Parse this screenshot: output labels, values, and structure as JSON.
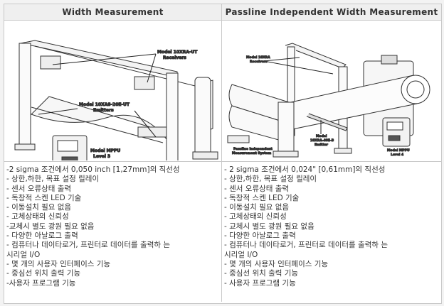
{
  "columns": [
    {
      "title": "Width Measurement",
      "diagram_labels": {
        "receivers": [
          "Model 10XRA-UT",
          "Receivers"
        ],
        "emitters": [
          "Model 10XAS-20E-UT",
          "Emitters"
        ],
        "controller": [
          "Model MPPU",
          "Level 3"
        ]
      },
      "features": [
        "-2 sigma 조건에서 0,050 inch [1,27mm]의 직선성",
        "- 상한,하한, 목표 설정 릴레이",
        "- 센서 오류상태 출력",
        "- 독창적 스켄 LED 기술",
        "- 이동설치 필요 없음",
        "- 고체상태의 신뢰성",
        "-교체시 별도 광원 필요 없음",
        "- 다양한 아날로그 출력",
        "- 컴퓨터나 데이타로거, 프린터로 데이터를 출력하  는",
        "시리얼 I/O",
        "- 몇 개의 사용자 인터페이스 기능",
        "- 중심선 위치 출력 기능",
        "-사용자 프로그램 기능"
      ]
    },
    {
      "title": "Passline Independent Width Measurement",
      "diagram_labels": {
        "receivers": [
          "Model 10XRA",
          "Receivers"
        ],
        "emitter": [
          "Model",
          "10XRA-40E-B",
          "Emitter"
        ],
        "controller": [
          "Model MPPU",
          "Level 4"
        ],
        "system": [
          "Passline Independent",
          "Measurement System"
        ]
      },
      "features": [
        "- 2 sigma 조건에서 0,024\" [0,61mm]의 직선성",
        "- 상한,하한, 목표 설정 릴레이",
        "- 센서 오류상태 출력",
        "- 독창적 스켄 LED 기술",
        "- 이동설치 필요 없음",
        "- 고체상태의 신뢰성",
        "- 교체시 별도 광원 필요 없음",
        "- 다양한 아날로그 출력",
        "- 컴퓨터나 데이타로거, 프린터로 데이터를 출력하  는",
        "시리얼 I/O",
        "- 몇 개의 사용자 인터페이스 기능",
        "- 중심선 위치 출력 기능",
        "- 사용자 프로그램 기능"
      ]
    }
  ]
}
